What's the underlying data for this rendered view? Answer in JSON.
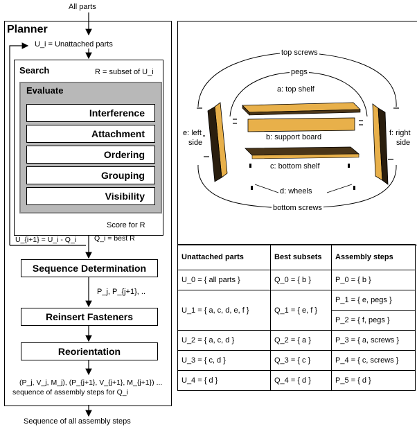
{
  "top_input": "All parts",
  "planner": {
    "title": "Planner",
    "unattached_label": "U_i = Unattached parts",
    "search": {
      "title": "Search",
      "subset_label": "R = subset of U_i",
      "evaluate": {
        "title": "Evaluate",
        "items": [
          "Interference",
          "Attachment",
          "Ordering",
          "Grouping",
          "Visibility"
        ]
      },
      "score_label": "Score for R"
    },
    "update_label": "U_{i+1} = U_i - Q_i",
    "best_label": "Q_i = best R",
    "steps": [
      "Sequence Determination",
      "Reinsert Fasteners",
      "Reorientation"
    ],
    "p_label": "P_j, P_{j+1}, ..",
    "output_line1": "(P_j, V_j, M_j), (P_{j+1}, V_{j+1}, M_{j+1}) ...",
    "output_line2": "sequence of assembly steps for Q_i"
  },
  "bottom_output": "Sequence of all assembly steps",
  "figure": {
    "labels": {
      "top_screws": "top screws",
      "pegs": "pegs",
      "top_shelf": "a: top shelf",
      "support_board": "b: support board",
      "bottom_shelf": "c: bottom shelf",
      "left_side_1": "e: left",
      "left_side_2": "side",
      "right_side_1": "f: right",
      "right_side_2": "side",
      "wheels": "d: wheels",
      "bottom_screws": "bottom screws"
    },
    "colors": {
      "wood_face": "#e8b04a",
      "wood_dark": "#4a3518"
    }
  },
  "table": {
    "headers": [
      "Unattached parts",
      "Best subsets",
      "Assembly steps"
    ],
    "rows": [
      {
        "u": "U_0 = { all parts }",
        "q": "Q_0 = { b }",
        "p": [
          "P_0 = { b }"
        ]
      },
      {
        "u": "U_1 = { a, c, d, e, f }",
        "q": "Q_1 = { e, f }",
        "p": [
          "P_1 = { e, pegs }",
          "P_2 = { f, pegs }"
        ]
      },
      {
        "u": "U_2 = { a, c, d }",
        "q": "Q_2 = { a }",
        "p": [
          "P_3 = { a, screws }"
        ]
      },
      {
        "u": "U_3 = { c, d }",
        "q": "Q_3 = { c }",
        "p": [
          "P_4 = { c, screws }"
        ]
      },
      {
        "u": "U_4 = { d }",
        "q": "Q_4 = { d }",
        "p": [
          "P_5 = { d }"
        ]
      }
    ]
  }
}
